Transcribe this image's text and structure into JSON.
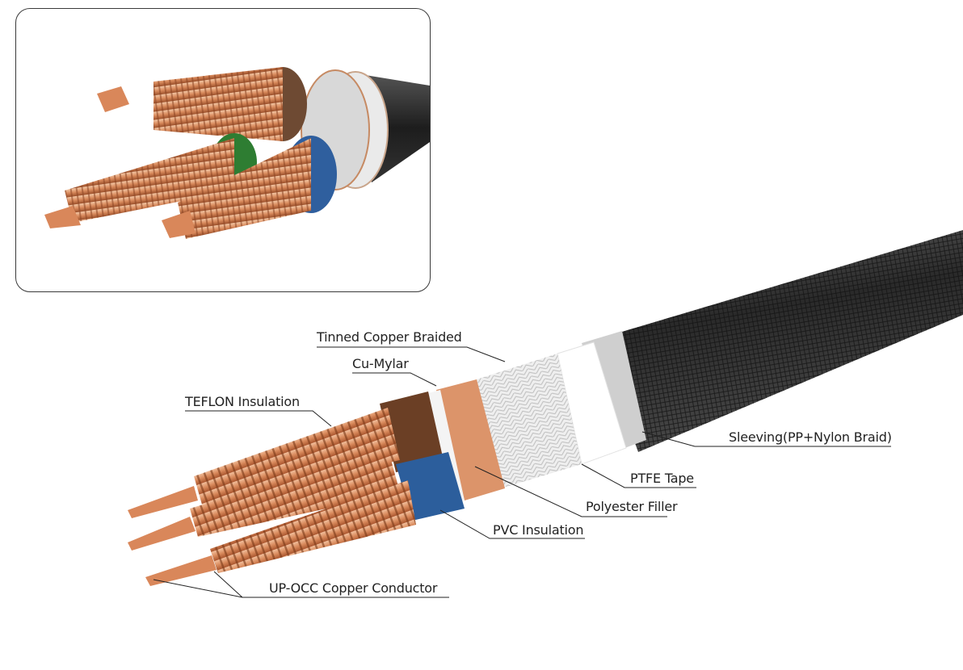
{
  "diagram": {
    "subject": "Power cable cross-section",
    "inset": {
      "description": "Close-up of cable end with three copper conductors",
      "conductor_colors": [
        "#8a5a3c",
        "#2e7d32",
        "#2f5f9e"
      ]
    },
    "labels": [
      {
        "id": "tinned-copper-braided",
        "text": "Tinned Copper Braided"
      },
      {
        "id": "cu-mylar",
        "text": "Cu-Mylar"
      },
      {
        "id": "teflon-insulation",
        "text": "TEFLON Insulation"
      },
      {
        "id": "sleeving",
        "text": "Sleeving(PP+Nylon Braid)"
      },
      {
        "id": "ptfe-tape",
        "text": "PTFE Tape"
      },
      {
        "id": "polyester-filler",
        "text": "Polyester Filler"
      },
      {
        "id": "pvc-insulation",
        "text": "PVC Insulation"
      },
      {
        "id": "up-occ-copper-conductor",
        "text": "UP-OCC Copper Conductor"
      }
    ],
    "colors": {
      "copper": "#d9875a",
      "copper_dark": "#a9552e",
      "brown_insulation": "#6b3f25",
      "blue_insulation": "#2c5e9c",
      "green_insulation": "#2e7d32",
      "braid": "#e6e6e6",
      "ptfe": "#ffffff",
      "sleeve": "#2a2a2a",
      "leader": "#222222"
    }
  }
}
